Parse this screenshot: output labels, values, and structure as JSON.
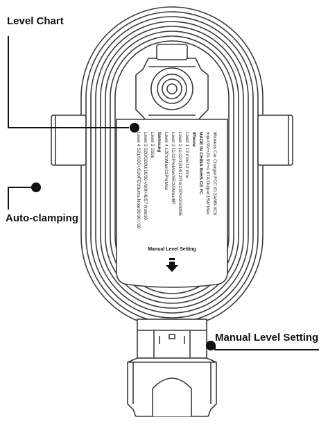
{
  "callouts": {
    "level_chart": "Level Chart",
    "auto_clamping": "Auto-clamping",
    "manual_level_setting": "Manual Level Setting"
  },
  "label_plate": {
    "lines": [
      "Wireless Car Charger    FCC ID:2A6IB-XC9",
      "Input:9V⎓2A   9V⎓1.67A Output:15W Max",
      "MADE IN CHINA     RoHS  CE  FC",
      "iPhone",
      "Level 1   13 mini/12 mini",
      "Level 2   11/12/13/14/12Pro/13Pro/XS/8/SE",
      "Level 3   11/12ProMax/XR/XSMax/8P",
      "Level 4   13ProMax/12ProMax",
      "Samsung",
      "Level 2   S10e",
      "Level 3   S20/S20U/10/10+/9/8+/8/S7 Note10",
      "Level 4   S21/S20+/S20FE/20ultra Note20/10+/10"
    ],
    "manual_label": "Manual Level Setting"
  },
  "colors": {
    "line": "#3a3a3a",
    "fill": "#ffffff",
    "text": "#111111"
  },
  "icons": [
    "down-arrow-icon",
    "camera-lens-icon"
  ]
}
